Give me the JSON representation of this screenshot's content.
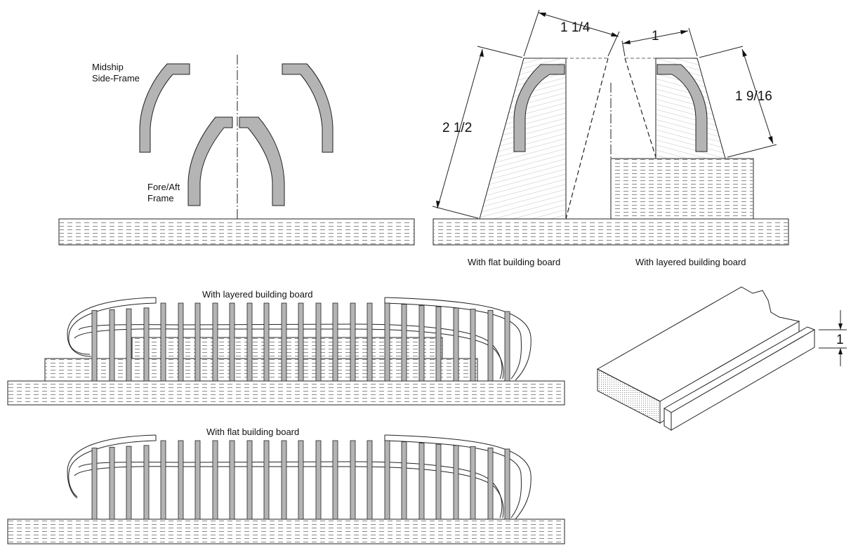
{
  "labels": {
    "midship_line1": "Midship",
    "midship_line2": "Side-Frame",
    "foreaft_line1": "Fore/Aft",
    "foreaft_line2": "Frame",
    "flat_board": "With flat building board",
    "layered_board": "With layered building board",
    "layered_board_top": "With layered building board",
    "flat_board_bottom": "With flat building board"
  },
  "dimensions": {
    "top_width": "1 1/4",
    "top_width_right": "1",
    "height_left": "2 1/2",
    "height_right": "1 9/16",
    "strip_thickness": "1"
  },
  "colors": {
    "frame_fill": "#b4b4b4",
    "line": "#222222"
  }
}
